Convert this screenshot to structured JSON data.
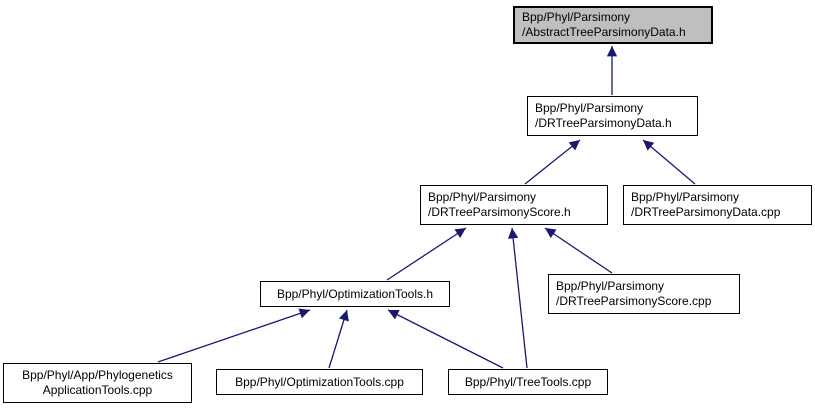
{
  "diagram": {
    "kind": "include-dependency-graph",
    "colors": {
      "background": "#ffffff",
      "node_fill": "#ffffff",
      "node_border": "#000000",
      "highlight_node_fill": "#bfbfbf",
      "edge": "#191970",
      "text": "#000000"
    },
    "nodes": {
      "n1": {
        "line1": "Bpp/Phyl/Parsimony",
        "line2": "/AbstractTreeParsimonyData.h",
        "highlighted": true
      },
      "n2": {
        "line1": "Bpp/Phyl/Parsimony",
        "line2": "/DRTreeParsimonyData.h"
      },
      "n3": {
        "line1": "Bpp/Phyl/Parsimony",
        "line2": "/DRTreeParsimonyScore.h"
      },
      "n4": {
        "line1": "Bpp/Phyl/Parsimony",
        "line2": "/DRTreeParsimonyData.cpp"
      },
      "n5": {
        "line1": "Bpp/Phyl/OptimizationTools.h"
      },
      "n6": {
        "line1": "Bpp/Phyl/Parsimony",
        "line2": "/DRTreeParsimonyScore.cpp"
      },
      "n7": {
        "line1": "Bpp/Phyl/App/Phylogenetics",
        "line2": "ApplicationTools.cpp"
      },
      "n8": {
        "line1": "Bpp/Phyl/OptimizationTools.cpp"
      },
      "n9": {
        "line1": "Bpp/Phyl/TreeTools.cpp"
      }
    },
    "edges": [
      {
        "from": "n2",
        "to": "n1"
      },
      {
        "from": "n3",
        "to": "n2"
      },
      {
        "from": "n4",
        "to": "n2"
      },
      {
        "from": "n5",
        "to": "n3"
      },
      {
        "from": "n9",
        "to": "n3"
      },
      {
        "from": "n6",
        "to": "n3"
      },
      {
        "from": "n7",
        "to": "n5"
      },
      {
        "from": "n8",
        "to": "n5"
      },
      {
        "from": "n9",
        "to": "n5"
      }
    ]
  }
}
